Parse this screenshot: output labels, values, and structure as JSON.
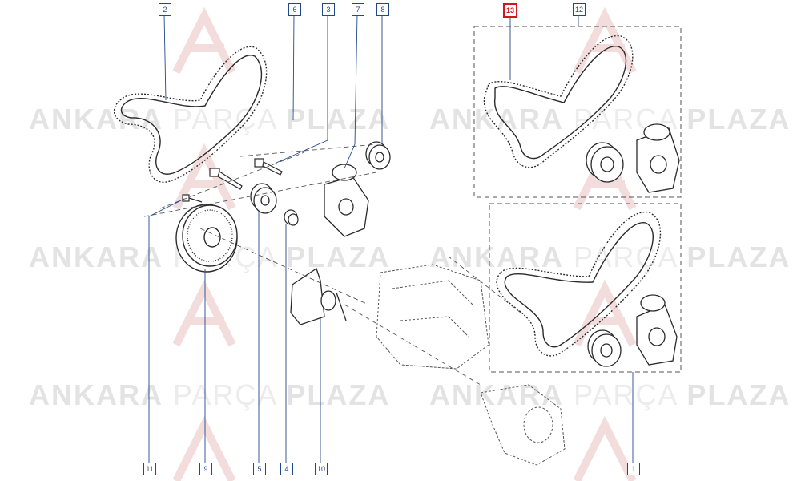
{
  "watermark": {
    "bold_a": "ANKARA",
    "light": "PARÇA",
    "bold_b": "PLAZA"
  },
  "callouts": [
    "1",
    "2",
    "3",
    "4",
    "5",
    "6",
    "7",
    "8",
    "9",
    "10",
    "11",
    "12",
    "13"
  ],
  "highlighted_callout": "13",
  "colors": {
    "line": "#2a2a2a",
    "callout_border": "#1f4a8a",
    "highlight": "#d4161a",
    "watermark": "#e3e3e3",
    "logo": "#f1d6d6"
  }
}
